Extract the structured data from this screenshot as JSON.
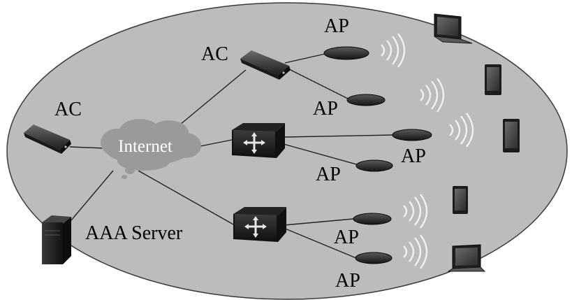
{
  "labels": {
    "ac_top": "AC",
    "ac_left": "AC",
    "internet": "Internet",
    "aaa_server": "AAA Server",
    "ap_1": "AP",
    "ap_2": "AP",
    "ap_3": "AP",
    "ap_4": "AP",
    "ap_5": "AP",
    "ap_6": "AP"
  },
  "colors": {
    "ellipse_fill": "#bcbcbc",
    "ellipse_stroke": "#3a3a3a",
    "device_dark": "#2a2a2a",
    "cloud": "#9a9a9a",
    "text": "#000000"
  },
  "icons": {
    "ac_device": "access-controller-icon",
    "internet_cloud": "cloud-icon",
    "switch": "switch-icon",
    "access_point": "access-point-icon",
    "wifi": "wifi-signal-icon",
    "laptop": "laptop-icon",
    "tablet": "tablet-icon",
    "server": "server-tower-icon"
  }
}
